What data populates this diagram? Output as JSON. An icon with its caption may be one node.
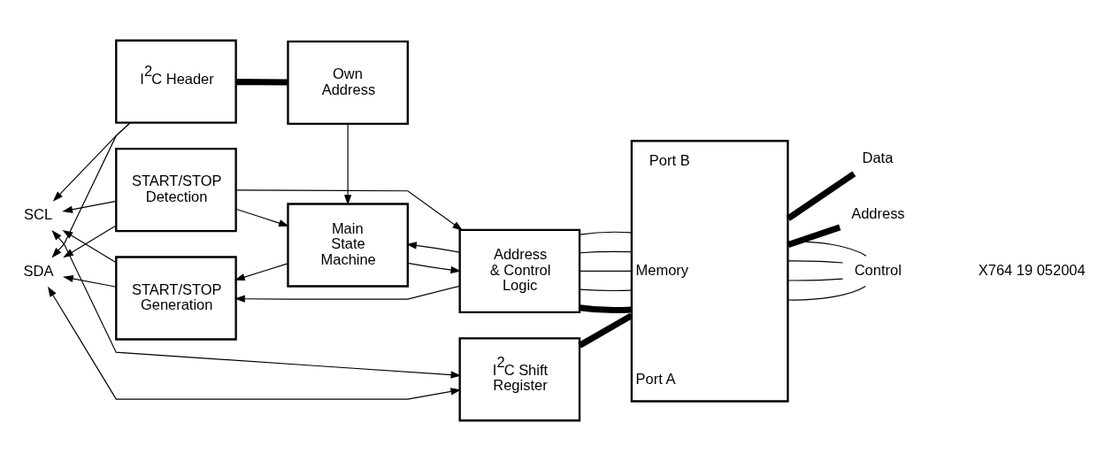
{
  "diagram": {
    "nodes": [
      {
        "text": [
          "SCL"
        ]
      },
      {
        "text": [
          "SDA"
        ]
      },
      {
        "text": [
          "I$^{2}$C Header"
        ]
      },
      {
        "text": [
          "Own Address"
        ]
      },
      {
        "text": [
          "START/STOP Detection"
        ]
      },
      {
        "text": [
          "Main State Machine"
        ]
      },
      {
        "text": [
          "Address & Control Logic"
        ]
      },
      {
        "text": [
          "START/STOP Generation"
        ]
      },
      {
        "text": [
          "I$^{2}$C Shift Register"
        ]
      },
      {
        "text": [
          "Port B",
          "Memory",
          "Port A"
        ]
      },
      {
        "text": [
          "Data"
        ]
      },
      {
        "text": [
          "Address"
        ]
      },
      {
        "text": [
          "Control"
        ]
      }
    ],
    "edges": [
      {
        "from": 2,
        "to": 0,
        "arrow": "to"
      },
      {
        "from": 4,
        "to": 0,
        "arrow": "to"
      },
      {
        "from": 7,
        "to": 0,
        "arrow": "to"
      },
      {
        "from": 0,
        "to": 8,
        "arrow": "both"
      },
      {
        "from": 2,
        "to": 1,
        "arrow": "to"
      },
      {
        "from": 4,
        "to": 1,
        "arrow": "to"
      },
      {
        "from": 7,
        "to": 1,
        "arrow": "to"
      },
      {
        "from": 1,
        "to": 8,
        "arrow": "both"
      },
      {
        "from": 2,
        "to": 3,
        "arrow": "none",
        "style": "thick"
      },
      {
        "from": 3,
        "to": 5,
        "arrow": "to"
      },
      {
        "from": 4,
        "to": 6,
        "arrow": "to"
      },
      {
        "from": 4,
        "to": 5,
        "arrow": "to"
      },
      {
        "from": 6,
        "to": 5,
        "arrow": "to"
      },
      {
        "from": 5,
        "to": 7,
        "arrow": "to"
      },
      {
        "from": 5,
        "to": 6,
        "arrow": "to"
      },
      {
        "from": 6,
        "to": 7,
        "arrow": "to"
      },
      {
        "from": 6,
        "to": 9,
        "arrow": "none",
        "style": "thick"
      },
      {
        "from": 6,
        "to": 9,
        "arrow": "none"
      },
      {
        "from": 6,
        "to": 9,
        "arrow": "none"
      },
      {
        "from": 6,
        "to": 9,
        "arrow": "none"
      },
      {
        "from": 6,
        "to": 9,
        "arrow": "none"
      },
      {
        "from": 8,
        "to": 9,
        "arrow": "none",
        "style": "thick"
      },
      {
        "from": 9,
        "to": 10,
        "arrow": "none",
        "style": "thick"
      },
      {
        "from": 9,
        "to": 11,
        "arrow": "none",
        "style": "thick"
      },
      {
        "from": 9,
        "to": 12,
        "arrow": "none"
      },
      {
        "from": 9,
        "to": 12,
        "arrow": "none"
      },
      {
        "from": 9,
        "to": 12,
        "arrow": "none"
      },
      {
        "from": 9,
        "to": 12,
        "arrow": "none"
      }
    ],
    "labels": [
      "X764 19 052004"
    ]
  }
}
